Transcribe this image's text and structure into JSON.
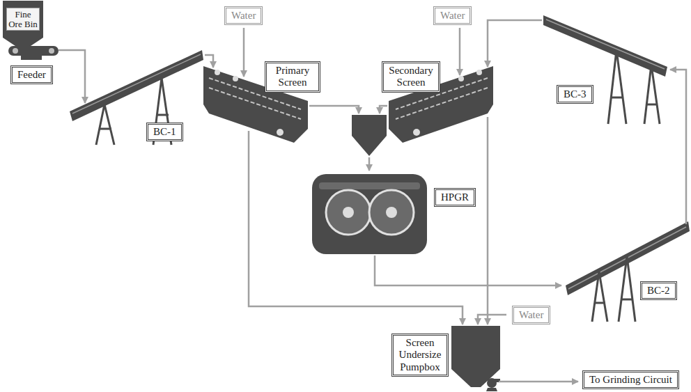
{
  "diagram": {
    "nodes": [
      {
        "text": [
          "Fine Ore Bin"
        ]
      },
      {
        "text": [
          "Water"
        ]
      },
      {
        "text": [
          "Primary Screen"
        ]
      },
      {
        "text": [
          "Secondary Screen"
        ]
      },
      {
        "text": [
          "Water"
        ]
      },
      {
        "text": [
          "BC-3"
        ]
      },
      {
        "text": [
          "Feeder"
        ]
      },
      {
        "text": [
          "BC-1"
        ]
      },
      {
        "text": [
          "HPGR"
        ]
      },
      {
        "text": [
          "BC-2"
        ]
      },
      {
        "text": [
          "Water"
        ]
      },
      {
        "text": [
          "Screen Undersize Pumpbox"
        ]
      },
      {
        "text": [
          "To Grinding Circuit"
        ]
      }
    ],
    "edges": [
      {
        "from": 6,
        "to": 7,
        "arrow": "to"
      },
      {
        "from": 7,
        "to": 2,
        "arrow": "to"
      },
      {
        "from": 1,
        "to": 2,
        "arrow": "to"
      },
      {
        "from": 4,
        "to": 3,
        "arrow": "to"
      },
      {
        "from": 5,
        "to": 3,
        "arrow": "to"
      },
      {
        "from": 2,
        "to": 8,
        "arrow": "to"
      },
      {
        "from": 3,
        "to": 8,
        "arrow": "to"
      },
      {
        "from": 8,
        "to": 9,
        "arrow": "to"
      },
      {
        "from": 9,
        "to": 5,
        "arrow": "to"
      },
      {
        "from": 2,
        "to": 11,
        "arrow": "to"
      },
      {
        "from": 3,
        "to": 11,
        "arrow": "to"
      },
      {
        "from": 10,
        "to": 11,
        "arrow": "to"
      },
      {
        "from": 11,
        "to": 12,
        "arrow": "to"
      }
    ]
  }
}
